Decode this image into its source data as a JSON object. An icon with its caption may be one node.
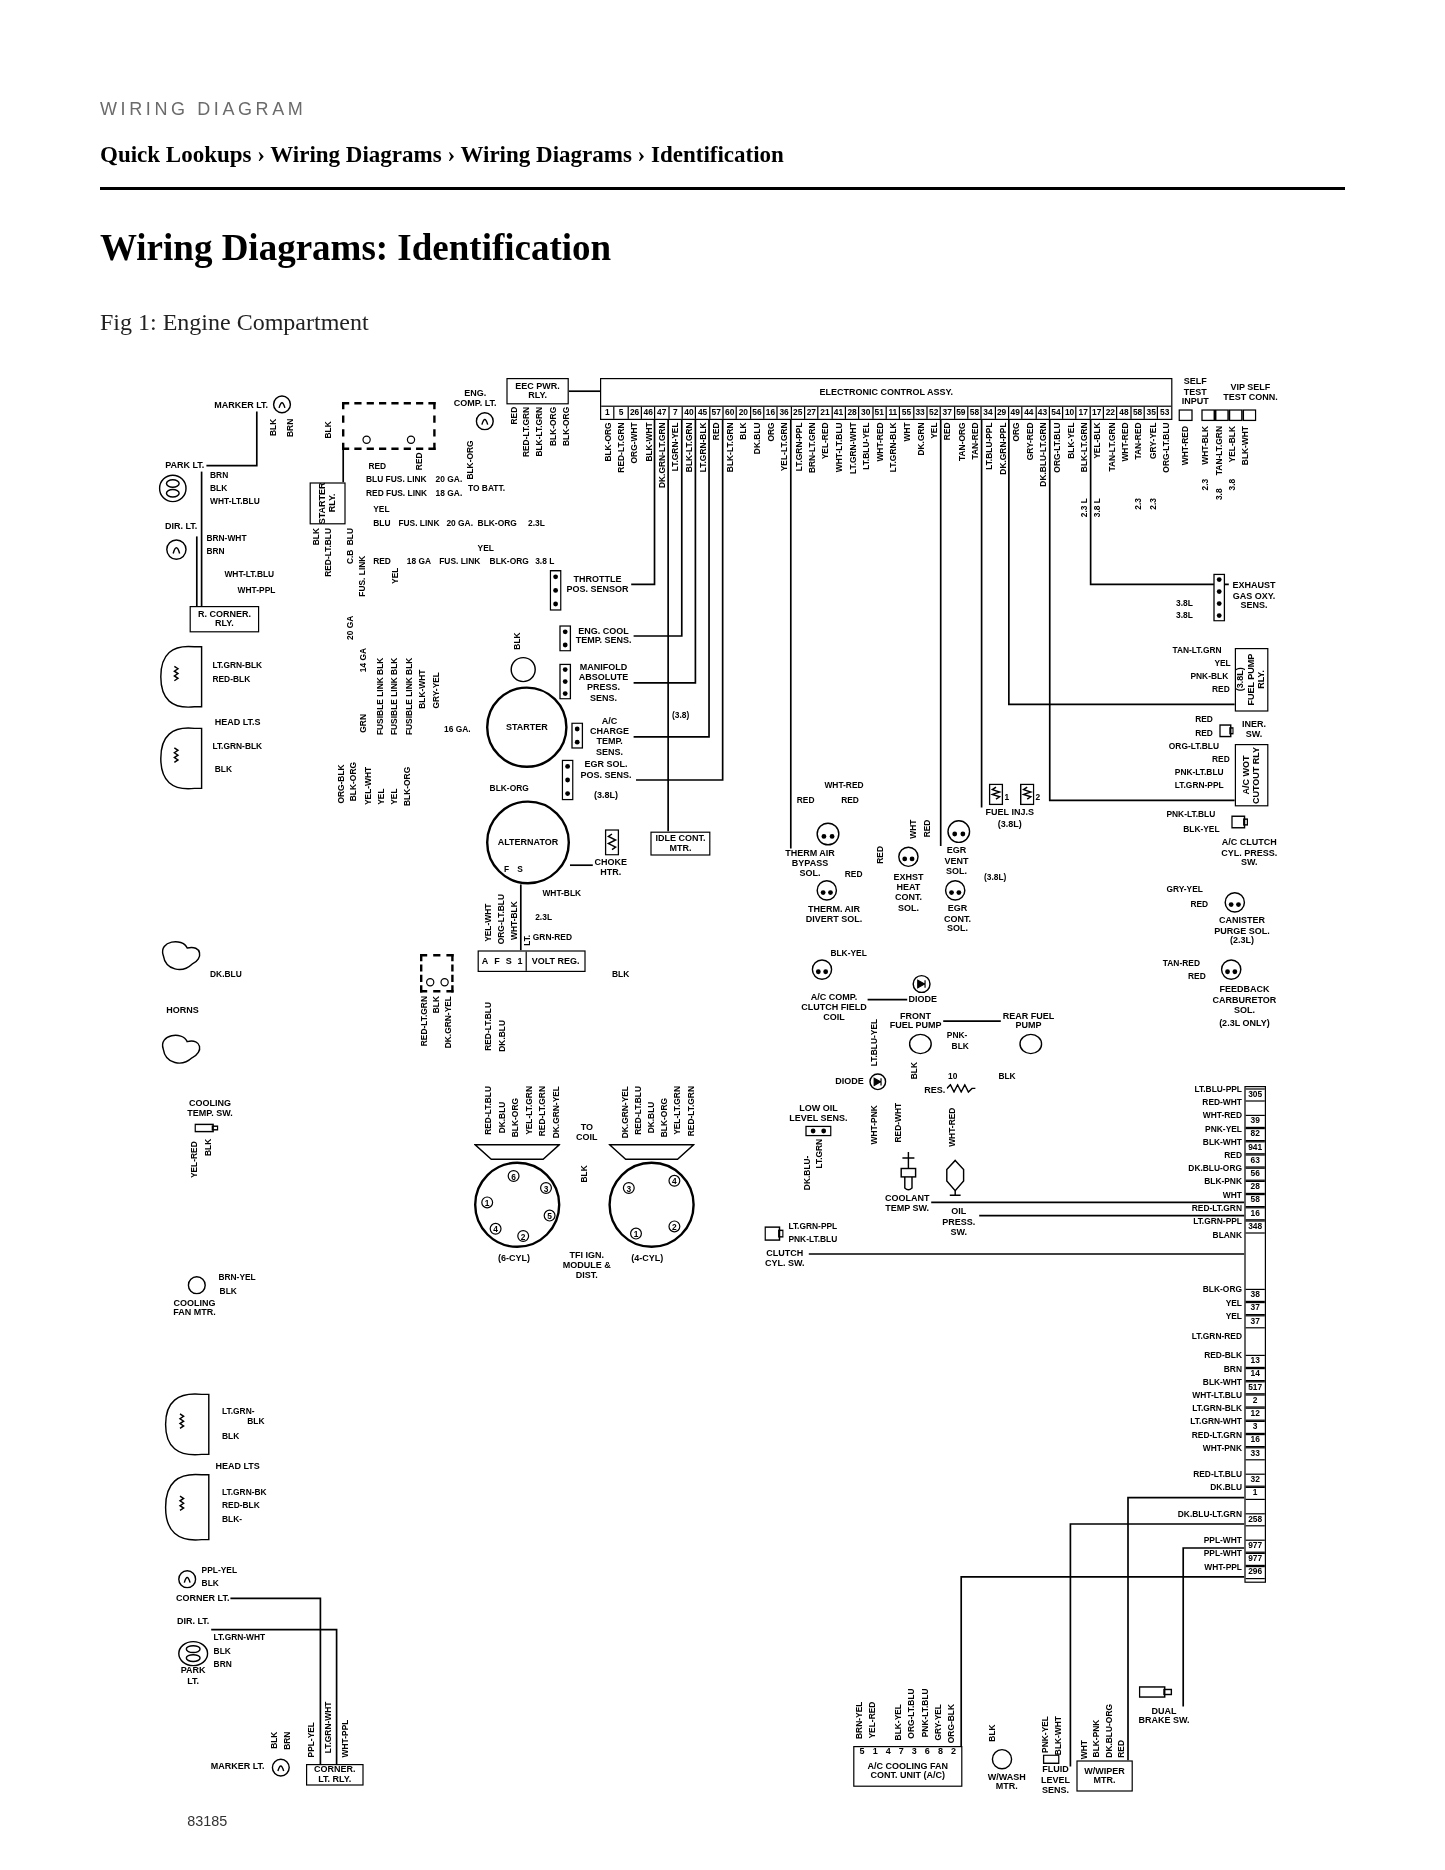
{
  "diagram": {
    "title": "Wiring Diagrams: Identification",
    "caption": "Fig 1: Engine Compartment",
    "nodes": [
      {
        "text": [
          "MARKER LT."
        ]
      },
      {
        "text": [],
        "shape": "box"
      },
      {
        "text": [
          "ENG. COMP. LT."
        ]
      },
      {
        "text": [
          "EEC PWR. RLY."
        ]
      },
      {
        "text": [
          "ELECTRONIC CONTROL ASSY.",
          "1",
          "5",
          "26",
          "46",
          "47",
          "7",
          "40",
          "45",
          "57",
          "60",
          "20",
          "56",
          "16",
          "36",
          "25",
          "27",
          "21",
          "41",
          "28",
          "30",
          "51",
          "11",
          "55",
          "33",
          "52",
          "37",
          "59",
          "58",
          "34",
          "29",
          "49",
          "44",
          "43",
          "54",
          "10",
          "17",
          "17",
          "22",
          "48",
          "58",
          "35",
          "53"
        ]
      },
      {
        "text": [
          "SELF TEST INPUT"
        ]
      },
      {
        "text": [
          "VIP SELF TEST CONN."
        ]
      },
      {
        "text": [
          "PARK LT."
        ]
      },
      {
        "text": [
          "DIR. LT."
        ]
      },
      {
        "text": [
          "STARTER RLY."
        ]
      },
      {
        "text": [
          "R. CORNER. RLY."
        ]
      },
      {
        "text": [
          "THROTTLE POS. SENSOR"
        ]
      },
      {
        "text": [
          "ENG. COOL TEMP. SENS."
        ]
      },
      {
        "text": [
          "MANIFOLD ABSOLUTE PRESS. SENS."
        ]
      },
      {
        "text": [
          "A/C CHARGE TEMP. SENS."
        ]
      },
      {
        "text": [
          "EGR SOL. POS. SENS.",
          "(3.8L)"
        ]
      },
      {
        "text": [
          "HEAD LT.S"
        ]
      },
      {
        "text": [
          "STARTER"
        ]
      },
      {
        "text": [
          "ALTERNATOR"
        ]
      },
      {
        "text": [
          "CHOKE HTR."
        ]
      },
      {
        "text": [
          "IDLE CONT. MTR."
        ]
      },
      {
        "text": [
          "A",
          "F",
          "S",
          "1",
          "VOLT REG."
        ]
      },
      {
        "text": [],
        "shape": "box"
      },
      {
        "text": [
          "HORNS"
        ]
      },
      {
        "text": [
          "COOLING TEMP. SW."
        ]
      },
      {
        "text": [],
        "shape": "circle",
        "beside": [
          "(6-CYL)"
        ]
      },
      {
        "text": [
          "TFI IGN. MODULE & DIST."
        ]
      },
      {
        "text": [],
        "shape": "circle",
        "beside": [
          "(4-CYL)"
        ]
      },
      {
        "text": [
          "TO COIL"
        ]
      },
      {
        "text": [
          "COOLING FAN MTR."
        ]
      },
      {
        "text": [
          "EXHAUST GAS OXY. SENS."
        ]
      },
      {
        "text": [
          "FUEL PUMP RLY.",
          "(3.8L)"
        ]
      },
      {
        "text": [
          "INER. SW."
        ]
      },
      {
        "text": [
          "A/C WOT CUTOUT RLY"
        ]
      },
      {
        "text": [
          "FUEL INJ.S",
          "(3.8L)"
        ]
      },
      {
        "text": [
          "A/C CLUTCH CYL. PRESS. SW."
        ]
      },
      {
        "text": [
          "THERM AIR BYPASS SOL."
        ]
      },
      {
        "text": [
          "EXHST HEAT CONT. SOL."
        ]
      },
      {
        "text": [
          "EGR VENT SOL."
        ]
      },
      {
        "text": [
          "THERM. AIR DIVERT SOL."
        ]
      },
      {
        "text": [
          "EGR CONT. SOL."
        ]
      },
      {
        "text": [
          "CANISTER PURGE SOL.",
          "(2.3L)"
        ]
      },
      {
        "text": [
          "A/C COMP. CLUTCH FIELD COIL"
        ]
      },
      {
        "text": [
          "DIODE"
        ]
      },
      {
        "text": [
          "FEEDBACK CARBURETOR SOL.",
          "(2.3L ONLY)"
        ]
      },
      {
        "text": [
          "FRONT FUEL PUMP"
        ]
      },
      {
        "text": [
          "REAR FUEL PUMP"
        ]
      },
      {
        "text": [
          "DIODE"
        ]
      },
      {
        "text": [
          "RES."
        ]
      },
      {
        "text": [
          "LOW OIL LEVEL SENS."
        ]
      },
      {
        "text": [
          "COOLANT TEMP SW."
        ]
      },
      {
        "text": [
          "OIL PRESS. SW."
        ]
      },
      {
        "text": [
          "CLUTCH CYL. SW."
        ]
      },
      {
        "text": [
          "305",
          "39",
          "82",
          "941",
          "63",
          "56",
          "28",
          "58",
          "16",
          "348",
          "38",
          "37",
          "37",
          "13",
          "14",
          "517",
          "2",
          "12",
          "3",
          "16",
          "33",
          "32",
          "1",
          "258",
          "977",
          "977",
          "296"
        ]
      },
      {
        "text": [
          "HEAD LTS"
        ]
      },
      {
        "text": [
          "CORNER LT."
        ]
      },
      {
        "text": [
          "DIR. LT.",
          "PARK LT."
        ]
      },
      {
        "text": [
          "MARKER LT."
        ]
      },
      {
        "text": [
          "CORNER. LT. RLY."
        ]
      },
      {
        "text": [
          "5",
          "1",
          "4",
          "7",
          "3",
          "6",
          "8",
          "2",
          "A/C COOLING FAN CONT. UNIT (A/C)"
        ]
      },
      {
        "text": [
          "W/WASH MTR."
        ]
      },
      {
        "text": [
          "FLUID LEVEL SENS."
        ]
      },
      {
        "text": [
          "W/WIPER MTR."
        ]
      },
      {
        "text": [
          "DUAL BRAKE SW."
        ]
      }
    ],
    "edges": [
      {
        "from": 0,
        "to": 7,
        "arrow": "none"
      },
      {
        "from": 1,
        "to": 9,
        "arrow": "none"
      },
      {
        "from": 3,
        "to": 4,
        "arrow": "none"
      },
      {
        "from": 7,
        "to": 10,
        "arrow": "none"
      },
      {
        "from": 8,
        "to": 10,
        "arrow": "none"
      },
      {
        "from": 11,
        "to": 4,
        "arrow": "none"
      },
      {
        "from": 12,
        "to": 4,
        "arrow": "none"
      },
      {
        "from": 13,
        "to": 4,
        "arrow": "none"
      },
      {
        "from": 14,
        "to": 4,
        "arrow": "none"
      },
      {
        "from": 15,
        "to": 4,
        "arrow": "none"
      },
      {
        "from": 18,
        "to": 21,
        "arrow": "none"
      },
      {
        "from": 19,
        "to": 18,
        "arrow": "none"
      },
      {
        "from": 20,
        "to": 4,
        "arrow": "none"
      },
      {
        "from": 30,
        "to": 4,
        "arrow": "none"
      },
      {
        "from": 31,
        "to": 4,
        "arrow": "none"
      },
      {
        "from": 33,
        "to": 4,
        "arrow": "none"
      },
      {
        "from": 34,
        "to": 4,
        "arrow": "none"
      },
      {
        "from": 36,
        "to": 4,
        "arrow": "none"
      },
      {
        "from": 38,
        "to": 4,
        "arrow": "none"
      },
      {
        "from": 43,
        "to": 42,
        "arrow": "none"
      },
      {
        "from": 45,
        "to": 46,
        "arrow": "none"
      },
      {
        "from": 50,
        "to": 53,
        "arrow": "none"
      },
      {
        "from": 51,
        "to": 53,
        "arrow": "none"
      },
      {
        "from": 52,
        "to": 53,
        "arrow": "none"
      },
      {
        "from": 55,
        "to": 58,
        "arrow": "none"
      },
      {
        "from": 56,
        "to": 58,
        "arrow": "none"
      },
      {
        "from": 59,
        "to": 53,
        "arrow": "none"
      },
      {
        "from": 61,
        "to": 53,
        "arrow": "none"
      },
      {
        "from": 62,
        "to": 53,
        "arrow": "none"
      },
      {
        "from": 63,
        "to": 53,
        "arrow": "none"
      }
    ],
    "labels": [
      "WIRING DIAGRAM",
      "Quick Lookups › Wiring Diagrams › Wiring Diagrams › Identification",
      "BLK",
      "BRN",
      "BLK",
      "RED",
      "BLK-ORG",
      "RED",
      "RED-LT.GRN",
      "BLK-LT.GRN",
      "BLK-ORG",
      "BLK-ORG",
      "BLK-ORG",
      "RED-LT.GRN",
      "ORG-WHT",
      "BLK-WHT",
      "DK.GRN-LT.GRN",
      "LT.GRN-YEL",
      "BLK-LT.GRN",
      "LT.GRN-BLK",
      "RED",
      "BLK-LT.GRN",
      "BLK",
      "DK.BLU",
      "ORG",
      "YEL-LT.GRN",
      "LT.GRN-PPL",
      "BRN-LT.GRN",
      "YEL-RED",
      "WHT-LT.BLU",
      "LT.GRN-WHT",
      "LT.BLU-YEL",
      "WHT-RED",
      "LT.GRN-BLK",
      "WHT",
      "DK.GRN",
      "YEL",
      "RED",
      "TAN-ORG",
      "TAN-RED",
      "LT.BLU-PPL",
      "DK.GRN-PPL",
      "ORG",
      "GRY-RED",
      "DK.BLU-LT.GRN",
      "ORG-LT.BLU",
      "BLK-YEL",
      "BLK-LT.GRN",
      "YEL-BLK",
      "TAN-LT.GRN",
      "WHT-RED",
      "TAN-RED",
      "GRY-YEL",
      "ORG-LT.BLU",
      "2.3 L",
      "3.8 L",
      "2.3",
      "2.3",
      "WHT-RED",
      "WHT-BLK",
      "TAN-LT.GRN",
      "YEL-BLK",
      "BLK-WHT",
      "2.3",
      "3.8",
      "3.8",
      "BRN",
      "BLK",
      "WHT-LT.BLU",
      "BRN-WHT",
      "BRN",
      "RED",
      "BLU FUS. LINK",
      "20 GA.",
      "RED FUS. LINK",
      "18 GA.",
      "TO BATT.",
      "YEL",
      "BLU",
      "FUS. LINK",
      "20 GA.",
      "BLK-ORG",
      "2.3L",
      "YEL",
      "RED",
      "18 GA",
      "FUS. LINK",
      "BLK-ORG",
      "3.8 L",
      "BLK",
      "RED-LT.BLU",
      "BLU",
      "C.B",
      "FUS. LINK",
      "YEL",
      "WHT-LT.BLU",
      "WHT-PPL",
      "BLK",
      "20 GA",
      "14 GA",
      "GRN",
      "FUSIBLE LINK BLK",
      "FUSIBLE LINK BLK",
      "FUSIBLE LINK BLK",
      "BLK-WHT",
      "GRY-YEL",
      "16 GA.",
      "LT.GRN-BLK",
      "RED-BLK",
      "LT.GRN-BLK",
      "BLK",
      "ORG-BLK",
      "BLK-ORG",
      "YEL-WHT",
      "YEL",
      "YEL",
      "BLK-ORG",
      "BLK-ORG",
      "(3.8)",
      "F",
      "S",
      "WHT-BLK",
      "2.3L",
      "YEL-WHT",
      "ORG-LT.BLU",
      "WHT-BLK",
      "LT.",
      "GRN-RED",
      "DK.BLU",
      "BLK",
      "RED-LT.GRN",
      "BLK",
      "DK.GRN-YEL",
      "RED-LT.BLU",
      "DK.BLU",
      "RED-LT.BLU",
      "DK.BLU",
      "BLK-ORG",
      "YEL-LT.GRN",
      "RED-LT.GRN",
      "DK.GRN-YEL",
      "DK.GRN-YEL",
      "RED-LT.BLU",
      "DK.BLU",
      "BLK-ORG",
      "YEL-LT.GRN",
      "RED-LT.GRN",
      "6",
      "3",
      "1",
      "5",
      "4",
      "2",
      "4",
      "3",
      "2",
      "1",
      "BLK",
      "YEL-RED",
      "BLK",
      "BRN-YEL",
      "BLK",
      "3.8L",
      "3.8L",
      "TAN-LT.GRN",
      "YEL",
      "PNK-BLK",
      "RED",
      "RED",
      "RED",
      "ORG-LT.BLU",
      "RED",
      "PNK-LT.BLU",
      "WHT-RED",
      "LT.GRN-PPL",
      "RED",
      "RED",
      "1",
      "2",
      "PNK-LT.BLU",
      "BLK-YEL",
      "WHT",
      "RED",
      "RED",
      "(3.8L)",
      "RED",
      "GRY-YEL",
      "RED",
      "BLK-YEL",
      "TAN-RED",
      "RED",
      "LT.BLU-YEL",
      "PNK-",
      "BLK",
      "BLK",
      "10",
      "BLK",
      "WHT-PNK",
      "RED-WHT",
      "WHT-RED",
      "LT.GRN",
      "DK.BLU-",
      "LT.GRN-PPL",
      "PNK-LT.BLU",
      "LT.BLU-PPL",
      "RED-WHT",
      "WHT-RED",
      "PNK-YEL",
      "BLK-WHT",
      "RED",
      "DK.BLU-ORG",
      "BLK-PNK",
      "WHT",
      "RED-LT.GRN",
      "LT.GRN-PPL",
      "BLANK",
      "BLK-ORG",
      "YEL",
      "YEL",
      "LT.GRN-RED",
      "RED-BLK",
      "BRN",
      "BLK-WHT",
      "WHT-LT.BLU",
      "LT.GRN-BLK",
      "LT.GRN-WHT",
      "RED-LT.GRN",
      "WHT-PNK",
      "RED-LT.BLU",
      "DK.BLU",
      "DK.BLU-LT.GRN",
      "PPL-WHT",
      "PPL-WHT",
      "WHT-PPL",
      "LT.GRN-",
      "BLK",
      "BLK",
      "LT.GRN-BK",
      "RED-BLK",
      "BLK-",
      "PPL-YEL",
      "BLK",
      "LT.GRN-WHT",
      "BLK",
      "BRN",
      "BLK",
      "BRN",
      "PPL-YEL",
      "LT.GRN-WHT",
      "WHT-PPL",
      "BRN-YEL",
      "YEL-RED",
      "BLK-YEL",
      "ORG-LT.BLU",
      "PNK-LT.BLU",
      "GRY-YEL",
      "ORG-BLK",
      "BLK",
      "PNK-YEL",
      "BLK-WHT",
      "WHT",
      "BLK-PNK",
      "DK.BLU-ORG",
      "RED",
      "83185"
    ]
  }
}
